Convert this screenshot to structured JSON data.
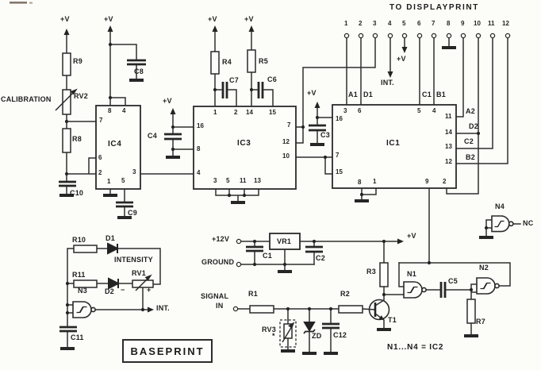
{
  "header": {
    "title": "TO DISPLAYPRINT"
  },
  "terminals": [
    "1",
    "2",
    "3",
    "4",
    "5",
    "6",
    "7",
    "8",
    "9",
    "10",
    "11",
    "12"
  ],
  "supply": {
    "plus_v": "+V",
    "plus_12v": "+12V",
    "ground": "GROUND",
    "int": "INT.",
    "nc": "NC"
  },
  "signal": {
    "line1": "SIGNAL",
    "line2": "IN"
  },
  "ics": {
    "ic1": "IC1",
    "ic3": "IC3",
    "ic4": "IC4"
  },
  "gates": {
    "n1": "N1",
    "n2": "N2",
    "n3": "N3",
    "n4": "N4"
  },
  "resistors": {
    "r1": "R1",
    "r2": "R2",
    "r3": "R3",
    "r4": "R4",
    "r5": "R5",
    "r7": "R7",
    "r8": "R8",
    "r9": "R9",
    "r10": "R10",
    "r11": "R11"
  },
  "capacitors": {
    "c1": "C1",
    "c2": "C2",
    "c3": "C3",
    "c4": "C4",
    "c5": "C5",
    "c6": "C6",
    "c7": "C7",
    "c8": "C8",
    "c9": "C9",
    "c10": "C10",
    "c11": "C11",
    "c12": "C12"
  },
  "pots": {
    "rv1": "RV1",
    "rv2": "RV2",
    "rv3": "RV3",
    "vr1": "VR1"
  },
  "semis": {
    "d1": "D1",
    "d2": "D2",
    "zd": "ZD",
    "t1": "T1"
  },
  "bus": {
    "a1": "A1",
    "d1": "D1",
    "c1": "C1",
    "b1": "B1",
    "a2": "A2",
    "d2": "D2",
    "c2": "C2",
    "b2": "B2"
  },
  "annotations": {
    "calibration": "CALIBRATION",
    "intensity": "INTENSITY",
    "baseprint": "BASEPRINT",
    "note": "N1...N4 = IC2",
    "minus": "−",
    "plus": "+",
    "asterisk": "*"
  },
  "pins": {
    "ic4": {
      "p8": "8",
      "p4": "4",
      "p7": "7",
      "p6": "6",
      "p2": "2",
      "p3": "3",
      "p1": "1",
      "p5": "5"
    },
    "ic3": {
      "p1": "1",
      "p2": "2",
      "p14": "14",
      "p15": "15",
      "p16": "16",
      "p8": "8",
      "p4": "4",
      "p7": "7",
      "p12": "12",
      "p10": "10",
      "p3": "3",
      "p5": "5",
      "p11": "11",
      "p13": "13"
    },
    "ic1": {
      "p3": "3",
      "p6": "6",
      "p5": "5",
      "p4": "4",
      "p16": "16",
      "p7": "7",
      "p15": "15",
      "p11": "11",
      "p14": "14",
      "p13": "13",
      "p12": "12",
      "p8": "8",
      "p1": "1",
      "p9": "9",
      "p2": "2"
    }
  },
  "colors": {
    "line": "#2e2e2e",
    "text": "#1a1a1a",
    "background": "#fcfcf9"
  }
}
